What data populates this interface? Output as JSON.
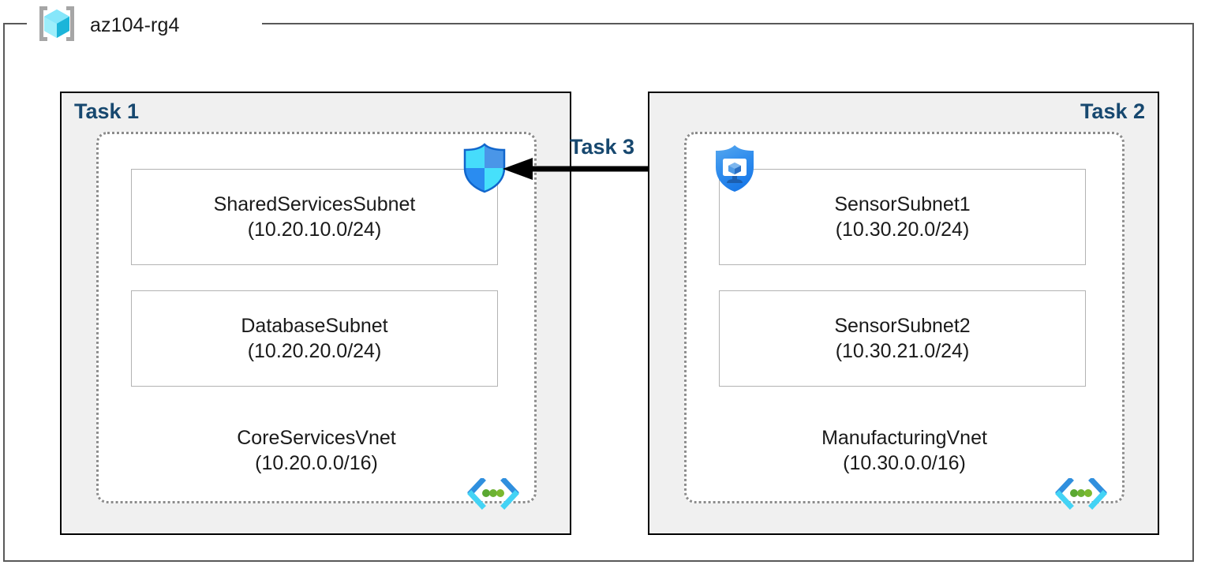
{
  "resource_group": {
    "name": "az104-rg4",
    "icon": "resource-group-cube-icon"
  },
  "tasks": [
    {
      "label": "Task 1",
      "align": "left",
      "vnet": {
        "name": "CoreServicesVnet",
        "cidr": "(10.20.0.0/16)",
        "icon": "virtual-network-icon",
        "subnets": [
          {
            "name": "SharedServicesSubnet",
            "cidr": "(10.20.10.0/24)"
          },
          {
            "name": "DatabaseSubnet",
            "cidr": "(10.20.20.0/24)"
          }
        ]
      },
      "attached_icon": "azure-firewall-shield-icon"
    },
    {
      "label": "Task 2",
      "align": "right",
      "vnet": {
        "name": "ManufacturingVnet",
        "cidr": "(10.30.0.0/16)",
        "icon": "virtual-network-icon",
        "subnets": [
          {
            "name": "SensorSubnet1",
            "cidr": "(10.30.20.0/24)"
          },
          {
            "name": "SensorSubnet2",
            "cidr": "(10.30.21.0/24)"
          }
        ]
      },
      "attached_icon": "network-security-group-shield-icon"
    }
  ],
  "connection": {
    "label": "Task 3",
    "direction": "right-to-left",
    "arrow_icon": "left-arrow-icon"
  },
  "colors": {
    "task_label": "#17486f",
    "task_box_fill": "#f0f0f0",
    "task_box_border": "#000000",
    "vnet_border": "#8c8c8c",
    "subnet_border": "#b3b3b3",
    "rg_border": "#595959",
    "arrow": "#000000",
    "vnet_icon_dot": "#5aa832",
    "shield_blue": "#1f8df5"
  }
}
